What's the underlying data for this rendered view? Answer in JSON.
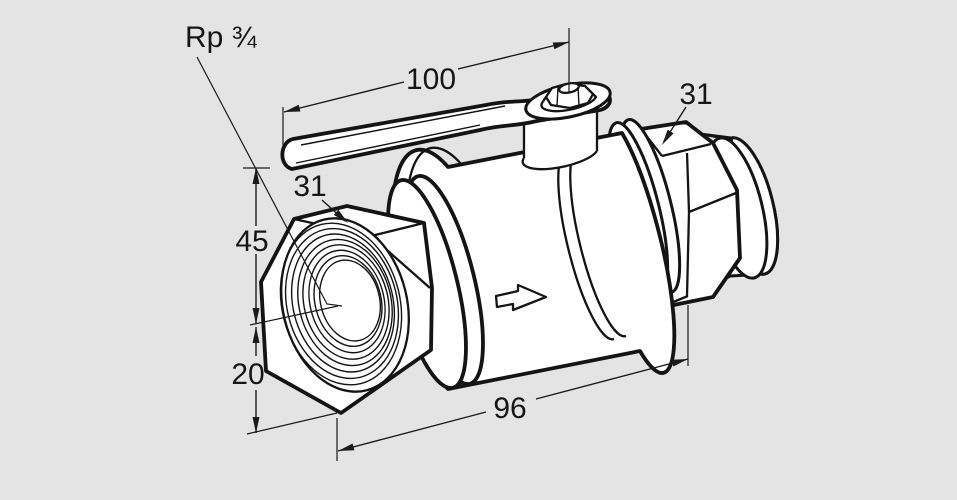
{
  "drawing": {
    "colors": {
      "background": "#e4e4e4",
      "line": "#141414",
      "fill": "#ffffff",
      "dimension_line": "#1a1a1a",
      "label_text": "#161616"
    },
    "labels": {
      "thread_size": "Rp ¾",
      "handle_length": "100",
      "hex_width_left": "31",
      "hex_width_right": "31",
      "height_axis_to_handle": "45",
      "height_axis_to_bottom": "20",
      "body_length": "96"
    },
    "icons": {
      "flow_direction": "flow-direction-arrow"
    }
  }
}
